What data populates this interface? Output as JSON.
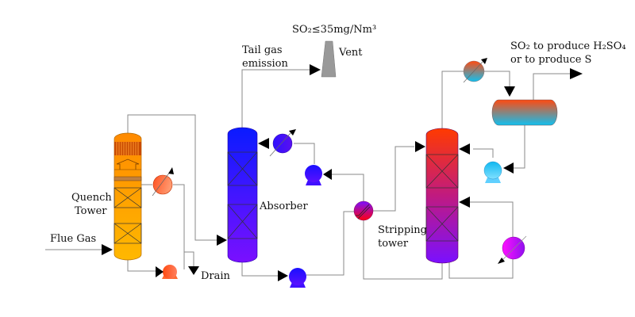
{
  "labels": {
    "so2_limit": "SO₂≤35mg/Nm³",
    "vent": "Vent",
    "tail_gas_1": "Tail gas",
    "tail_gas_2": "emission",
    "product_1": "SO₂ to produce H₂SO₄",
    "product_2": "or to produce S",
    "quench_1": "Quench",
    "quench_2": "Tower",
    "flue_gas": "Flue Gas",
    "drain": "Drain",
    "absorber": "Absorber",
    "stripping_1": "Stripping",
    "stripping_2": "tower"
  },
  "colors": {
    "quench_top": "#ff8c00",
    "quench_bottom": "#ffb300",
    "absorber_top": "#0a1bff",
    "absorber_bottom": "#7a10ff",
    "stripper_top": "#ff3a00",
    "stripper_bottom": "#7a10ff",
    "separator_top": "#ff4a10",
    "separator_bottom": "#10c0f0",
    "stack": "#999999"
  }
}
